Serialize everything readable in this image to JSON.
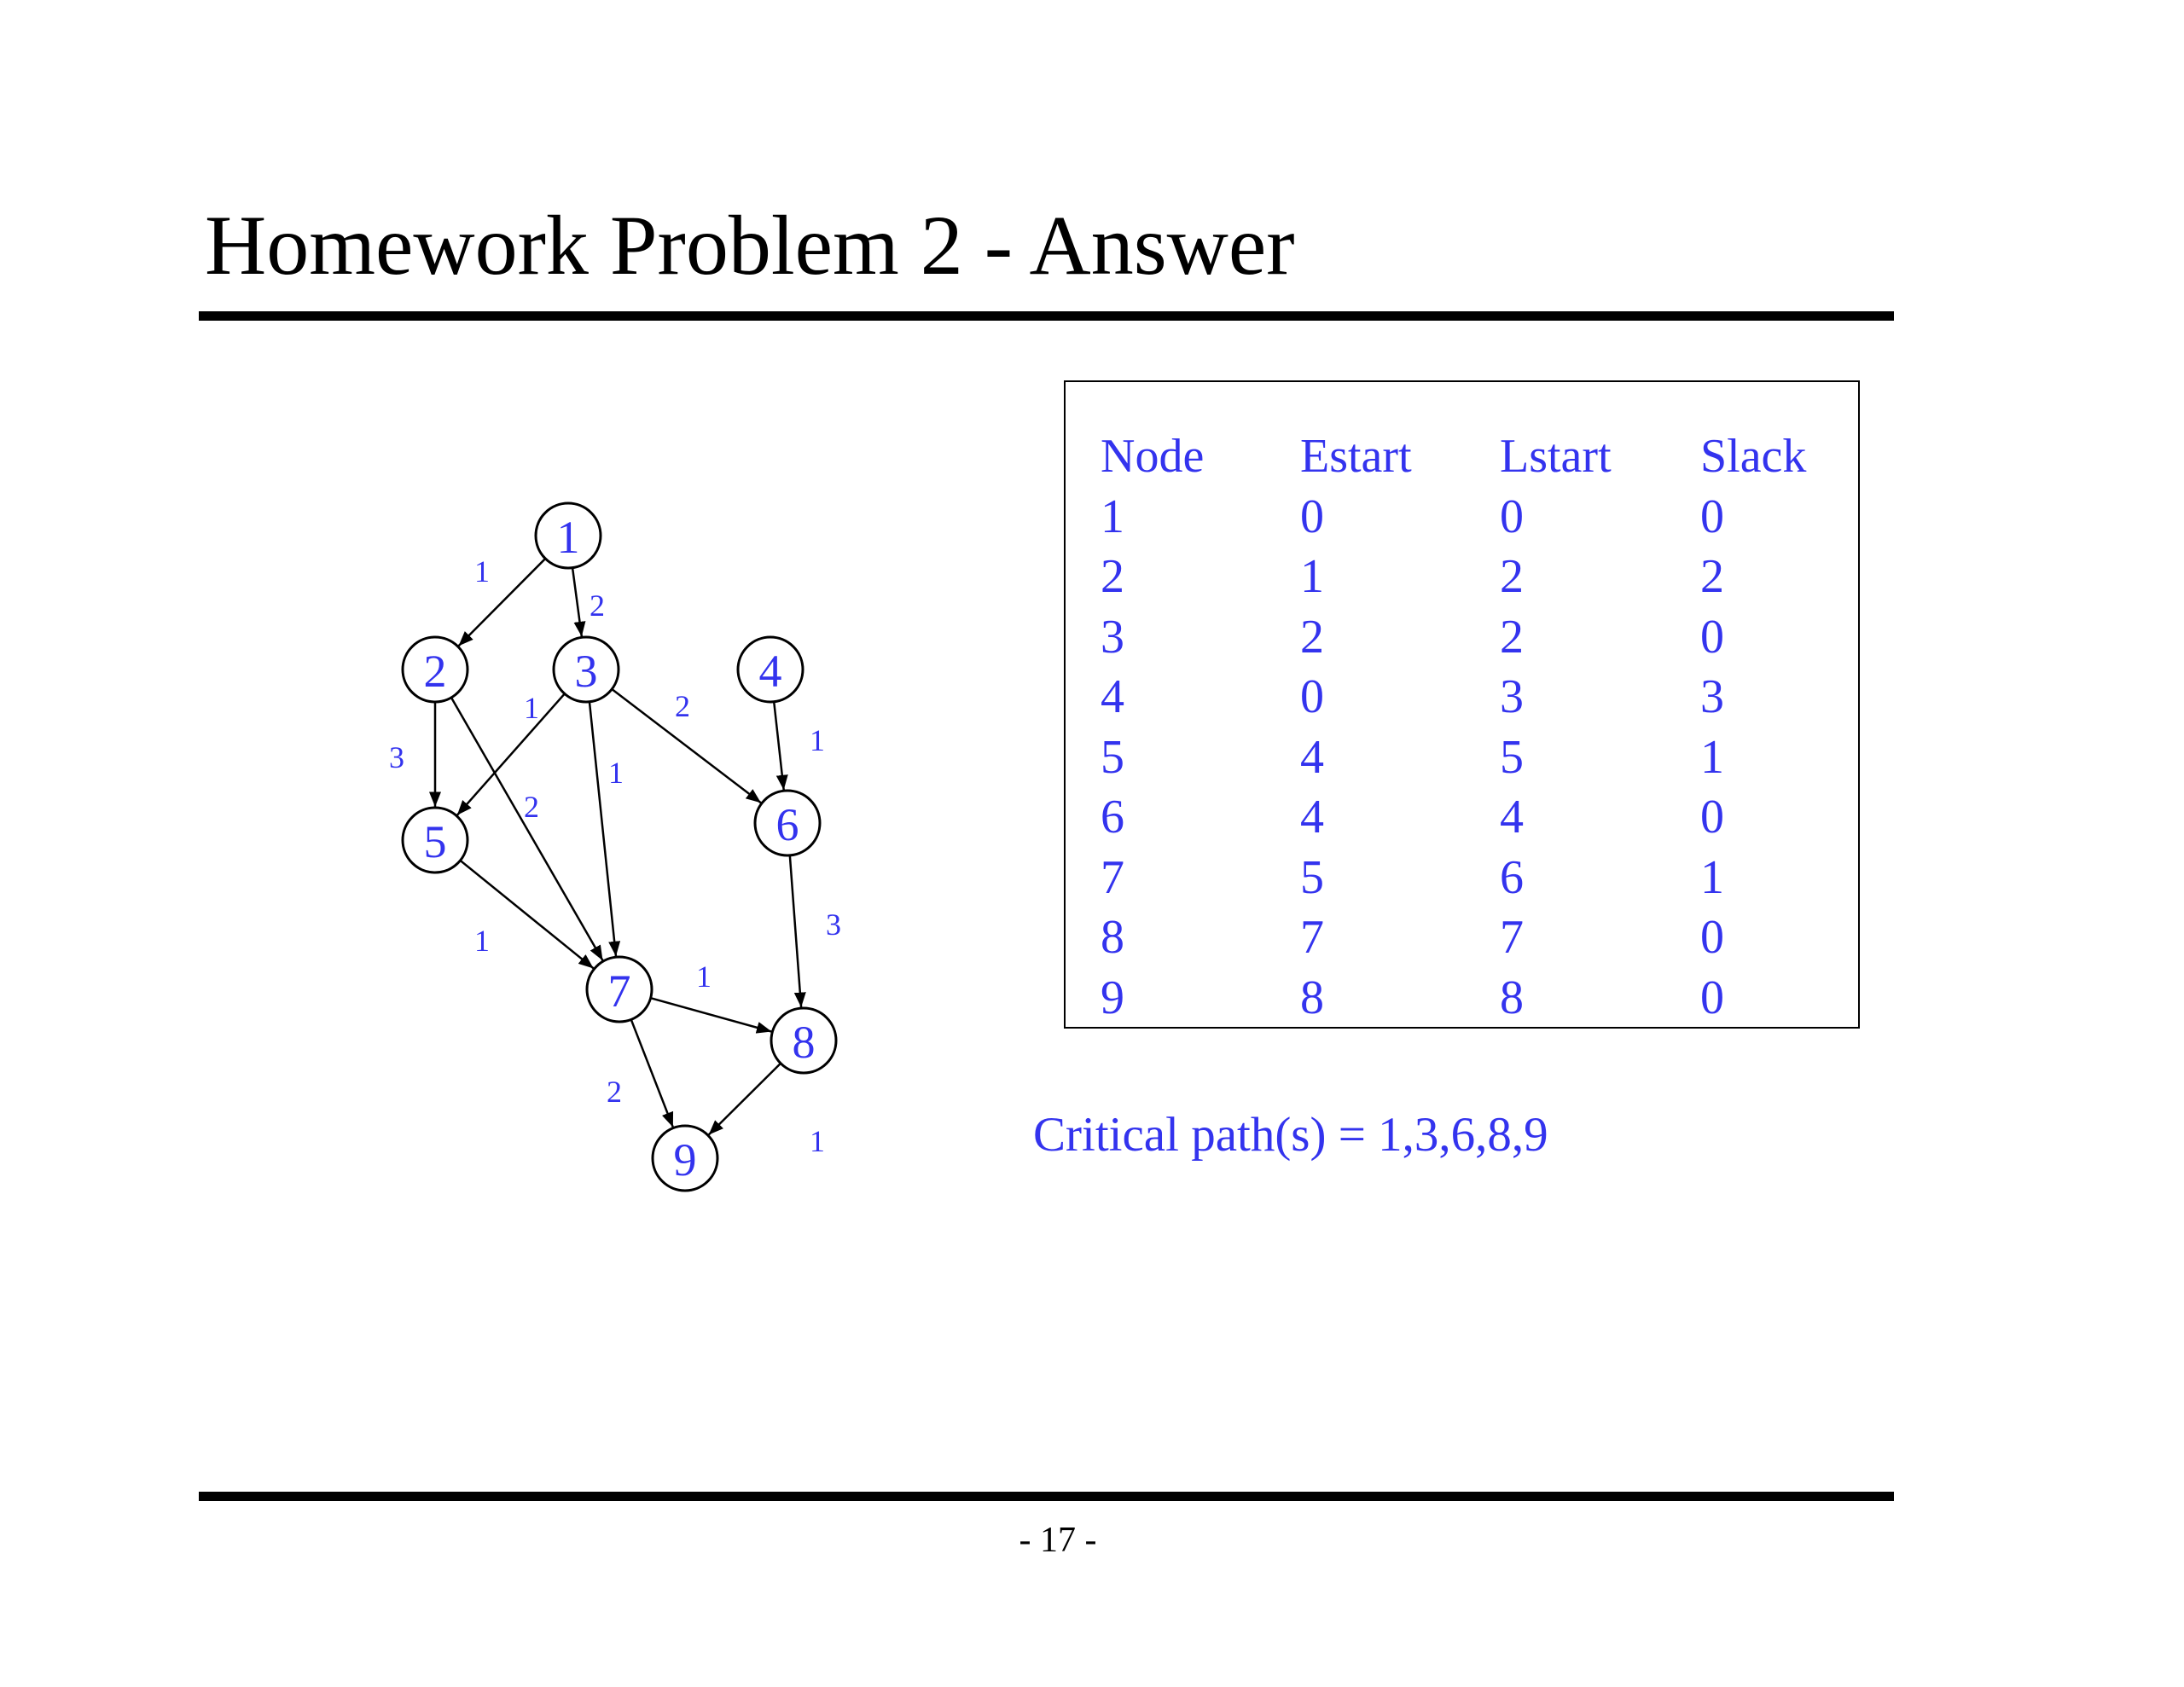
{
  "title": "Homework Problem 2 - Answer",
  "page_number": "- 17 -",
  "colors": {
    "accent": "#3333ee",
    "text": "#000000",
    "background": "#ffffff"
  },
  "network": {
    "nodes": [
      "1",
      "2",
      "3",
      "4",
      "5",
      "6",
      "7",
      "8",
      "9"
    ],
    "edges": [
      {
        "from": "1",
        "to": "2",
        "weight": "1"
      },
      {
        "from": "1",
        "to": "3",
        "weight": "2"
      },
      {
        "from": "2",
        "to": "5",
        "weight": "3"
      },
      {
        "from": "2",
        "to": "7",
        "weight": "2"
      },
      {
        "from": "3",
        "to": "5",
        "weight": "1"
      },
      {
        "from": "3",
        "to": "7",
        "weight": "1"
      },
      {
        "from": "3",
        "to": "6",
        "weight": "2"
      },
      {
        "from": "4",
        "to": "6",
        "weight": "1"
      },
      {
        "from": "5",
        "to": "7",
        "weight": "1"
      },
      {
        "from": "6",
        "to": "8",
        "weight": "3"
      },
      {
        "from": "7",
        "to": "8",
        "weight": "1"
      },
      {
        "from": "7",
        "to": "9",
        "weight": "2"
      },
      {
        "from": "8",
        "to": "9",
        "weight": "1"
      }
    ]
  },
  "table": {
    "headers": [
      "Node",
      "Estart",
      "Lstart",
      "Slack"
    ],
    "rows": [
      [
        "1",
        "0",
        "0",
        "0"
      ],
      [
        "2",
        "1",
        "2",
        "2"
      ],
      [
        "3",
        "2",
        "2",
        "0"
      ],
      [
        "4",
        "0",
        "3",
        "3"
      ],
      [
        "5",
        "4",
        "5",
        "1"
      ],
      [
        "6",
        "4",
        "4",
        "0"
      ],
      [
        "7",
        "5",
        "6",
        "1"
      ],
      [
        "8",
        "7",
        "7",
        "0"
      ],
      [
        "9",
        "8",
        "8",
        "0"
      ]
    ]
  },
  "critical_path": "Critical path(s) = 1,3,6,8,9"
}
